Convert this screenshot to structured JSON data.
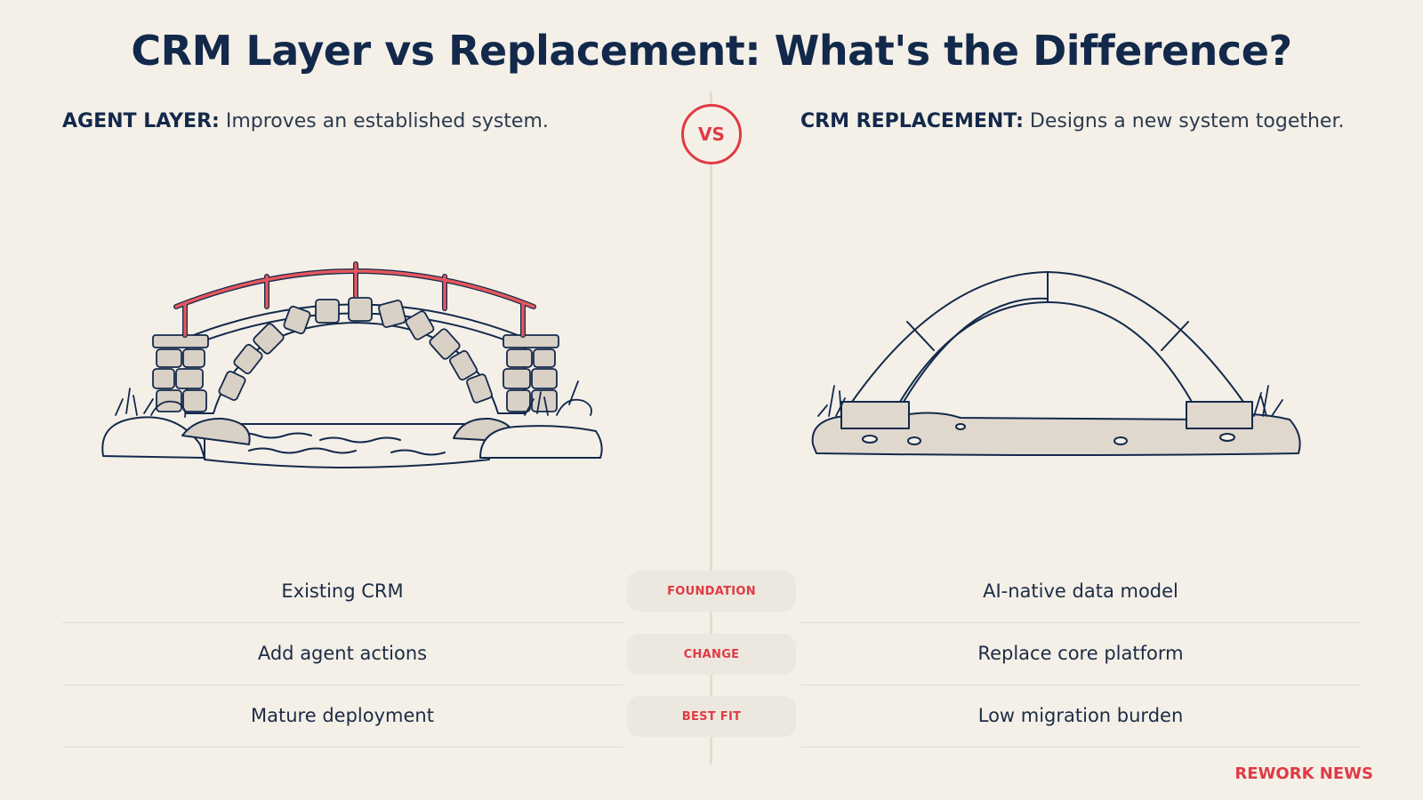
{
  "title": "CRM Layer vs Replacement: What's the Difference?",
  "vs_label": "VS",
  "left": {
    "keyword": "AGENT LAYER:",
    "description": "Improves an established system.",
    "rows": [
      "Existing CRM",
      "Add agent actions",
      "Mature deployment"
    ]
  },
  "right": {
    "keyword": "CRM REPLACEMENT:",
    "description": "Designs a new system together.",
    "rows": [
      "AI-native data model",
      "Replace core platform",
      "Low migration burden"
    ]
  },
  "criteria": [
    "FOUNDATION",
    "CHANGE",
    "BEST FIT"
  ],
  "brand": "REWORK NEWS",
  "colors": {
    "background": "#f4f0e8",
    "navy": "#13294b",
    "accent_red": "#e03a44",
    "stone": "#d9d0c6"
  },
  "illustrations": {
    "left": "stone-arch-bridge-with-railing",
    "right": "simple-arch-bridge-outline"
  }
}
